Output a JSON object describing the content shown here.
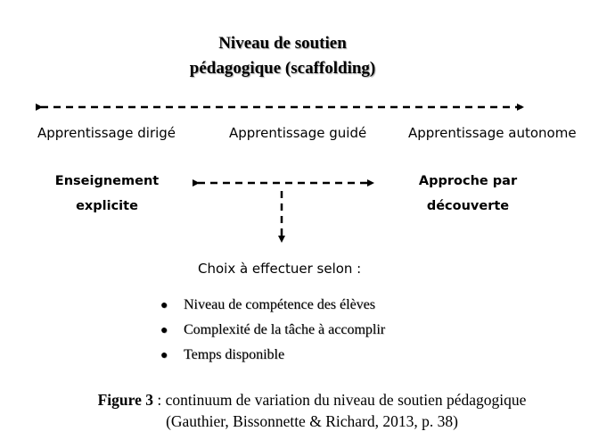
{
  "title": {
    "line1": "Niveau de soutien",
    "line2": "pédagogique (scaffolding)"
  },
  "levels": [
    "Apprentissage dirigé",
    "Apprentissage guidé",
    "Apprentissage autonome"
  ],
  "approaches": {
    "left": {
      "line1": "Enseignement",
      "line2": "explicite"
    },
    "right": {
      "line1": "Approche par",
      "line2": "découverte"
    }
  },
  "choice_label": "Choix à effectuer selon :",
  "criteria": [
    "Niveau de compétence des élèves",
    "Complexité de la tâche à accomplir",
    "Temps disponible"
  ],
  "caption": {
    "label": "Figure 3",
    "text": " : continuum de variation du niveau de soutien pédagogique",
    "line2": "(Gauthier, Bissonnette & Richard, 2013, p. 38)"
  }
}
